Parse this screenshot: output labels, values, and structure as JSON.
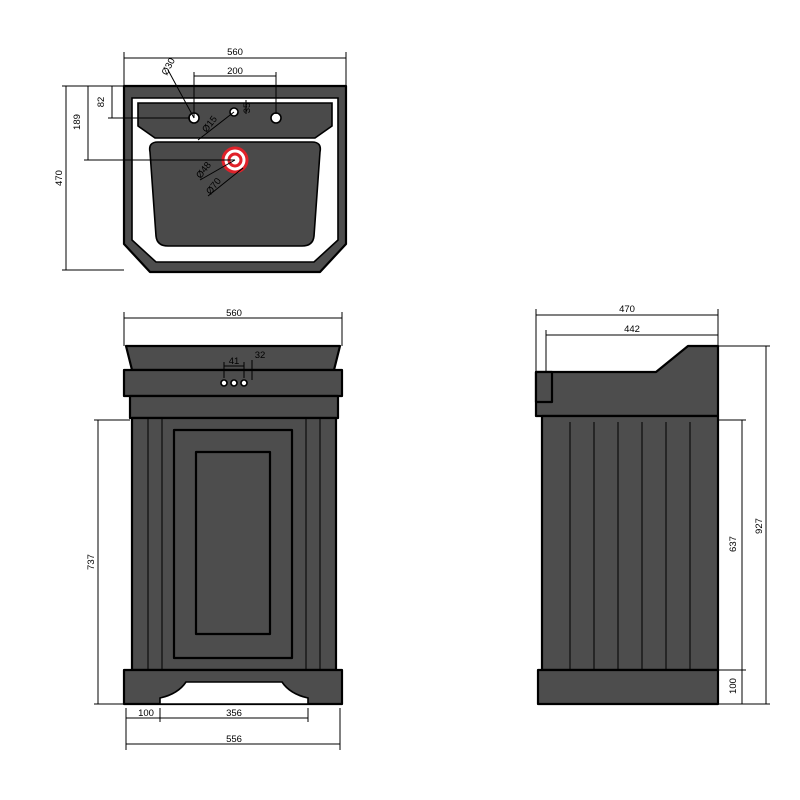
{
  "top_view": {
    "width": "560",
    "depth": "470",
    "tap_spacing": "200",
    "tap_hole_dia": "Ø30",
    "rear_to_taps": "82",
    "rear_to_waste": "189",
    "small_hole_dia": "Ø15",
    "small_hole_offset": "35",
    "waste_dia_inner": "Ø48",
    "waste_dia_outer": "Ø70"
  },
  "front_view": {
    "top_width": "560",
    "hole_spacing": "41",
    "hole_height": "32",
    "height": "737",
    "plinth_offset": "100",
    "plinth_recess": "356",
    "base_width": "556"
  },
  "side_view": {
    "depth": "470",
    "inner_depth": "442",
    "cabinet_height": "637",
    "total_height": "927",
    "plinth_height": "100"
  },
  "colors": {
    "body": "#4d4d4d",
    "waste_ring": "#e0222a"
  }
}
